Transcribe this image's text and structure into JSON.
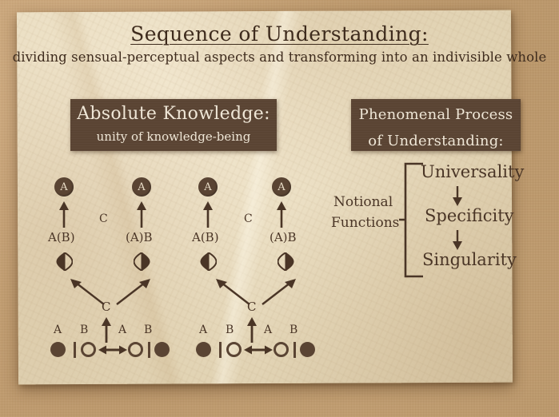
{
  "header": {
    "title": "Sequence of Understanding:",
    "subtitle": "dividing sensual-perceptual aspects and transforming into an indivisible whole"
  },
  "panels": {
    "left": {
      "title": "Absolute Knowledge:",
      "subtitle": "unity of knowledge-being"
    },
    "right": {
      "title_line1": "Phenomenal Process",
      "title_line2": "of Understanding:"
    }
  },
  "notional": {
    "label_line1": "Notional",
    "label_line2": "Functions",
    "stages": [
      {
        "label": "Universality"
      },
      {
        "label": "Specificity"
      },
      {
        "label": "Singularity"
      }
    ]
  },
  "left_diagram": {
    "top_nodes": [
      {
        "glyph": "A"
      },
      {
        "glyph": "A"
      },
      {
        "glyph": "A"
      },
      {
        "glyph": "A"
      }
    ],
    "mid_labels": [
      "A(B)",
      "(A)B",
      "A(B)",
      "(A)B"
    ],
    "c_labels_upper": [
      "C",
      "C"
    ],
    "c_labels_lower": [
      "C",
      "C"
    ],
    "bottom_labels": [
      "A",
      "B",
      "A",
      "B",
      "A",
      "B",
      "A",
      "B"
    ],
    "half_glyphs": [
      "left-filled",
      "right-filled",
      "left-filled",
      "right-filled"
    ],
    "bottom_sequence": [
      "filled-dot",
      "bar",
      "hollow-dot",
      "double-arrow",
      "hollow-dot",
      "bar",
      "filled-dot"
    ]
  },
  "colors": {
    "ink": "#4a3526",
    "box_fill": "#5a4433",
    "box_text": "#efe6d6",
    "paper": "#ece0c5",
    "backdrop": "#c7a172"
  }
}
